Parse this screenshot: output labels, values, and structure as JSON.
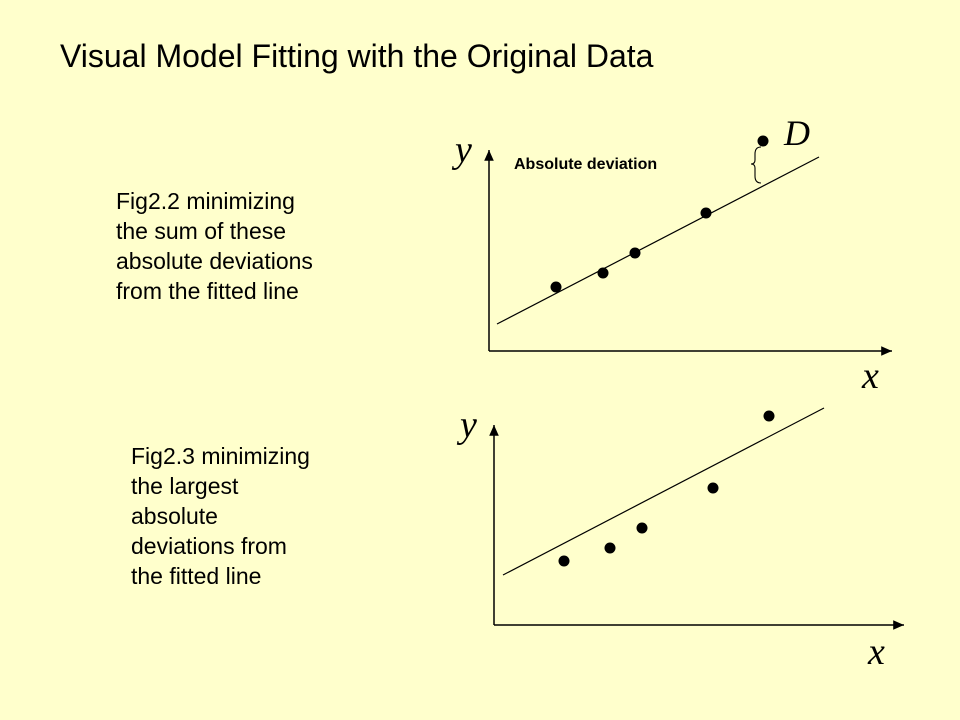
{
  "title": "Visual Model Fitting with the Original Data",
  "figure1": {
    "caption_lines": [
      "Fig2.2 minimizing",
      "the sum of these",
      "absolute deviations",
      "from the fitted line"
    ],
    "y_label": "y",
    "x_label": "x",
    "deviation_label": "Absolute deviation",
    "point_label": "D"
  },
  "figure2": {
    "caption_lines": [
      "Fig2.3 minimizing",
      "the largest",
      "absolute",
      "deviations from",
      "the fitted line"
    ],
    "y_label": "y",
    "x_label": "x"
  }
}
